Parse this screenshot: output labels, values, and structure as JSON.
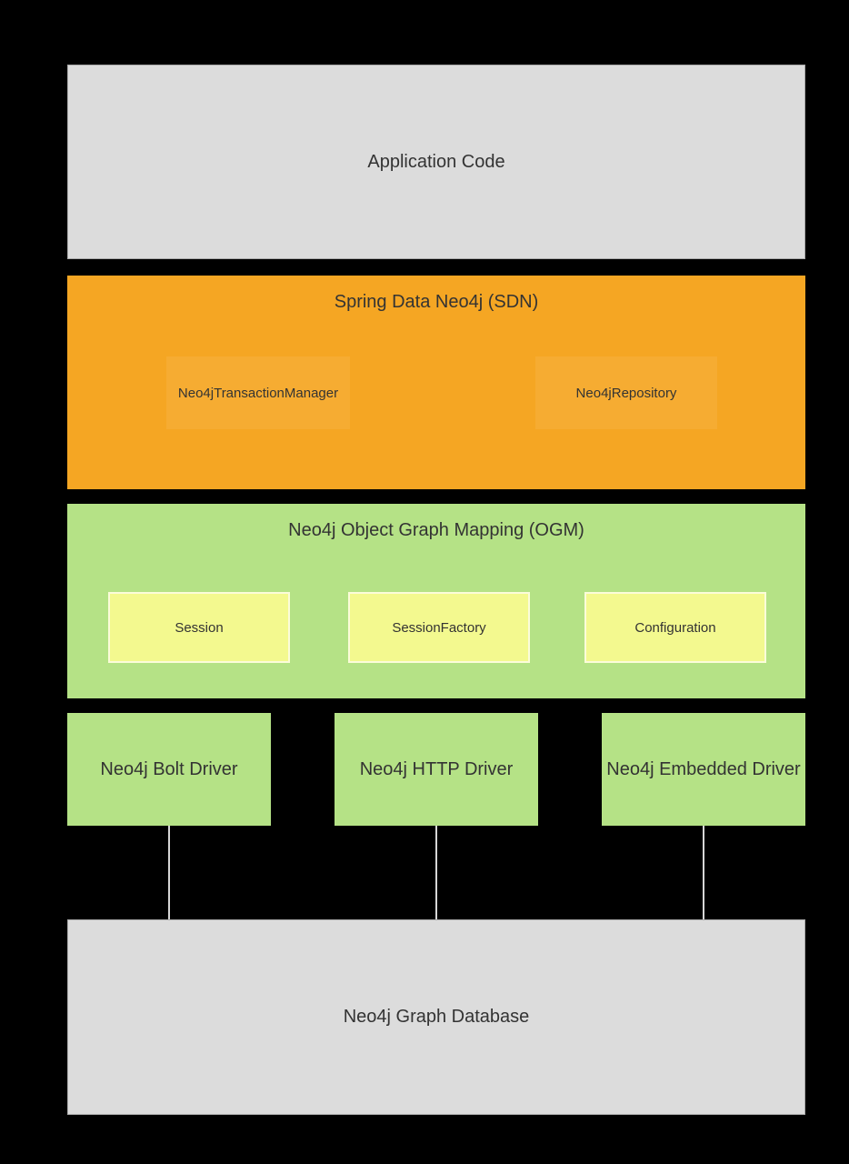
{
  "colors": {
    "background": "#000000",
    "gray_box": "#dcdcdc",
    "gray_border": "#a9a9a9",
    "orange": "#f5a623",
    "orange_sub": "#f6ac32",
    "green": "#b5e286",
    "yellow": "#f3f98f",
    "yellow_border": "#fbfcd9",
    "text": "#333333",
    "connector": "#d6d6d6"
  },
  "layers": {
    "application": {
      "label": "Application Code"
    },
    "sdn": {
      "title": "Spring Data Neo4j (SDN)",
      "components": [
        {
          "label": "Neo4jTransactionManager"
        },
        {
          "label": "Neo4jRepository"
        }
      ]
    },
    "ogm": {
      "title": "Neo4j Object Graph Mapping (OGM)",
      "components": [
        {
          "label": "Session"
        },
        {
          "label": "SessionFactory"
        },
        {
          "label": "Configuration"
        }
      ]
    },
    "drivers": [
      {
        "label": "Neo4j Bolt Driver"
      },
      {
        "label": "Neo4j HTTP Driver"
      },
      {
        "label": "Neo4j Embedded Driver"
      }
    ],
    "database": {
      "label": "Neo4j Graph Database"
    }
  }
}
